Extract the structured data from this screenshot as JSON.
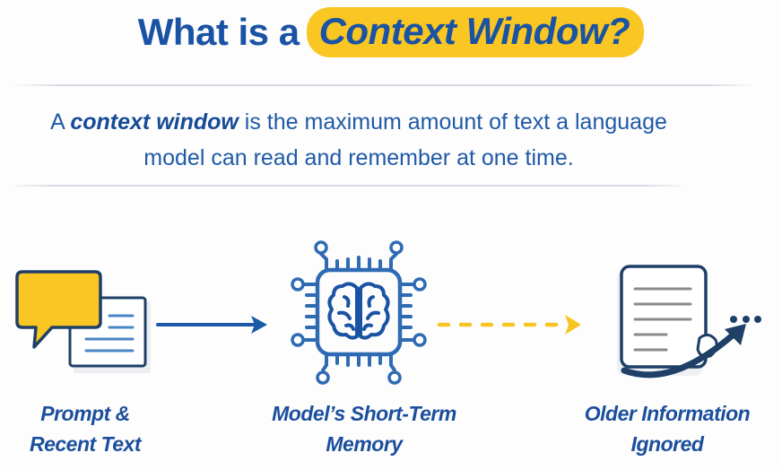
{
  "header": {
    "title_plain": "What is a",
    "title_highlight": "Context Window?"
  },
  "definition": {
    "prefix": "A",
    "term": "context window",
    "rest_line1": "is the maximum amount of text a language",
    "line2": "model can read and remember at one time."
  },
  "flow": {
    "steps": [
      {
        "icon": "speech-bubble-document-icon",
        "caption_line1": "Prompt &",
        "caption_line2": "Recent Text"
      },
      {
        "icon": "brain-chip-icon",
        "caption_line1": "Model’s Short-Term",
        "caption_line2": "Memory"
      },
      {
        "icon": "document-discard-arrow-icon",
        "caption_line1": "Older Information",
        "caption_line2": "Ignored"
      }
    ],
    "connectors": [
      {
        "style": "solid",
        "color": "#1a5aa8"
      },
      {
        "style": "dashed",
        "color": "#f7c522"
      }
    ]
  },
  "colors": {
    "primary_blue": "#1a53a3",
    "highlight_yellow": "#f9c623",
    "dark_navy": "#1e3f66",
    "line_blue": "#4a86c5",
    "gray_lines": "#8a8a8a"
  }
}
